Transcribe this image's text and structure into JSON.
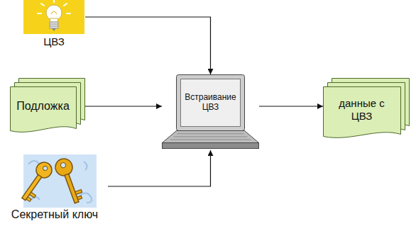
{
  "diagram": {
    "nodes": [
      {
        "text": [
          "ЦВЗ"
        ]
      },
      {
        "text": [
          "Подложка"
        ]
      },
      {
        "text": [
          "Встраивание ЦВЗ"
        ]
      },
      {
        "text": [
          "Секретный ключ"
        ]
      },
      {
        "text": [
          "данные с ЦВЗ"
        ]
      }
    ],
    "edges": [
      {
        "from": 0,
        "to": 2,
        "arrow": "to"
      },
      {
        "from": 1,
        "to": 2,
        "arrow": "to"
      },
      {
        "from": 2,
        "to": 4,
        "arrow": "to"
      },
      {
        "from": 3,
        "to": 2,
        "arrow": "to"
      }
    ]
  }
}
